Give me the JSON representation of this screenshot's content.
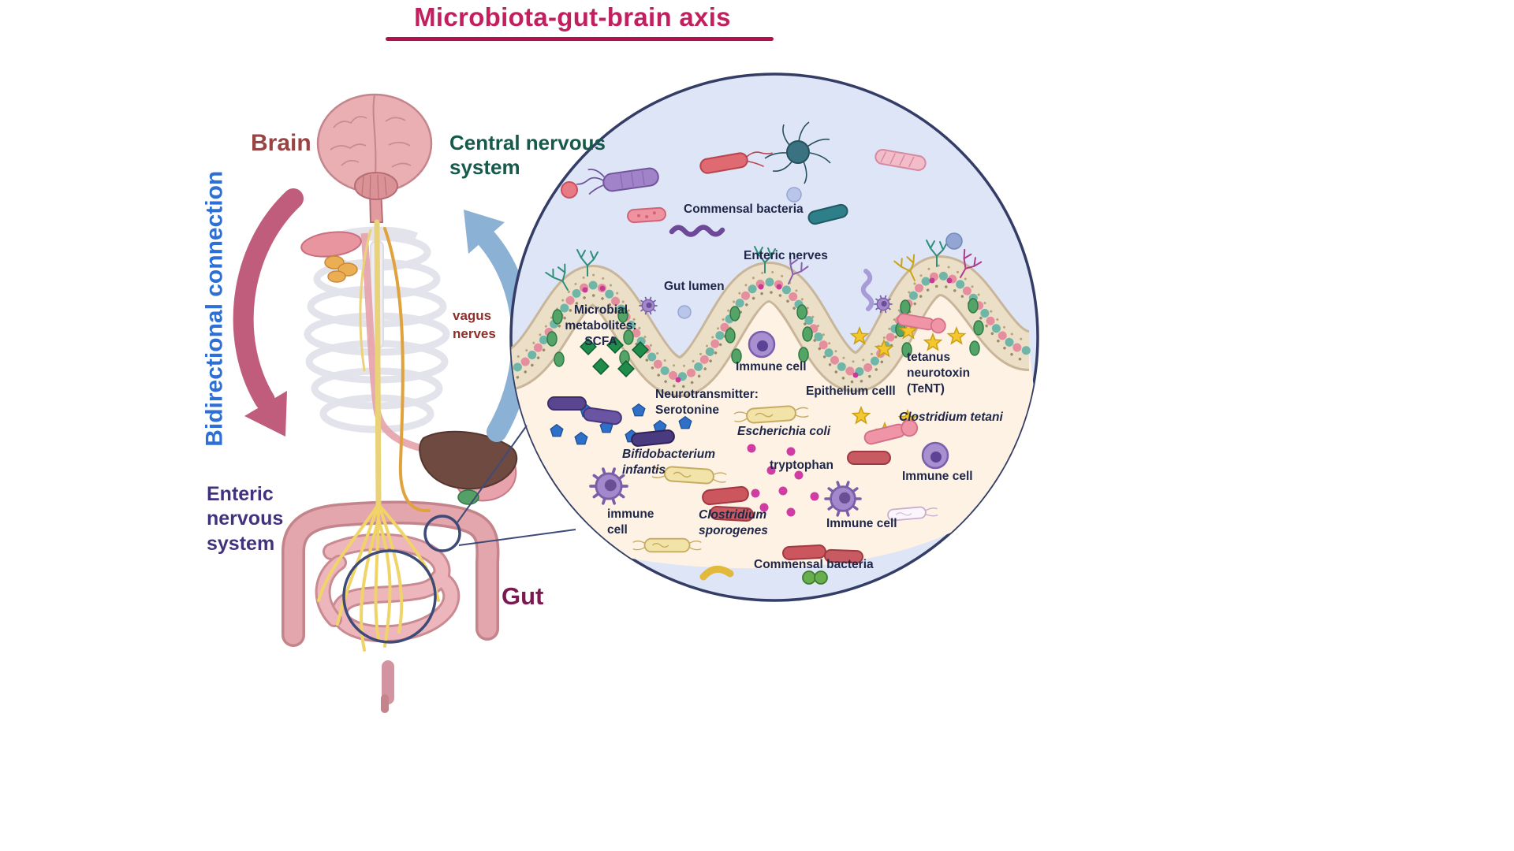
{
  "title": "Microbiota-gut-brain axis",
  "body_labels": {
    "brain": "Brain",
    "central_nervous_system": "Central nervous\nsystem",
    "bidirectional_connection": "Bidirectional connection",
    "vagus_nerves": "vagus\nnerves",
    "enteric_nervous_system": "Enteric\nnervous\nsystem",
    "gut": "Gut"
  },
  "inset_labels": {
    "commensal_bacteria_top": "Commensal bacteria",
    "enteric_nerves": "Enteric nerves",
    "gut_lumen": "Gut lumen",
    "microbial_metabolites": "Microbial\nmetabolites:\nSCFA",
    "immune_cell_center": "Immune cell",
    "epithelium_cell": "Epithelium celll",
    "tetanus_neurotoxin": "tetanus\nneurotoxin\n(TeNT)",
    "neurotransmitter": "Neurotransmitter:\nSerotonine",
    "escherichia_coli": "Escherichia coli",
    "clostridium_tetani": "Clostridium tetani",
    "bifidobacterium_infantis": "Bifidobacterium\ninfantis",
    "tryptophan": "tryptophan",
    "immune_cell_right": "Immune cell",
    "immune_cell_left": "immune\ncell",
    "clostridium_sporogenes": "Clostridium\nsporogenes",
    "immune_cell_bottom": "Immune cell",
    "commensal_bacteria_bottom": "Commensal bacteria"
  },
  "colors": {
    "title": "#c11f5e",
    "title_underline": "#b5104e",
    "brain_label": "#9a4343",
    "cns_label": "#175a4b",
    "bidirectional_label": "#2e6fd6",
    "vagus_label": "#8e2f2a",
    "ens_label": "#42327e",
    "gut_label": "#7b1a51",
    "inset_label": "#1e2749",
    "arrow_brain_to_gut": "#c05c7c",
    "arrow_gut_to_brain": "#8bb1d4",
    "inset_circle_fill": "#dde5f6",
    "inset_circle_stroke": "#333d66",
    "inset_lumen_cream": "#fdf2e3"
  }
}
